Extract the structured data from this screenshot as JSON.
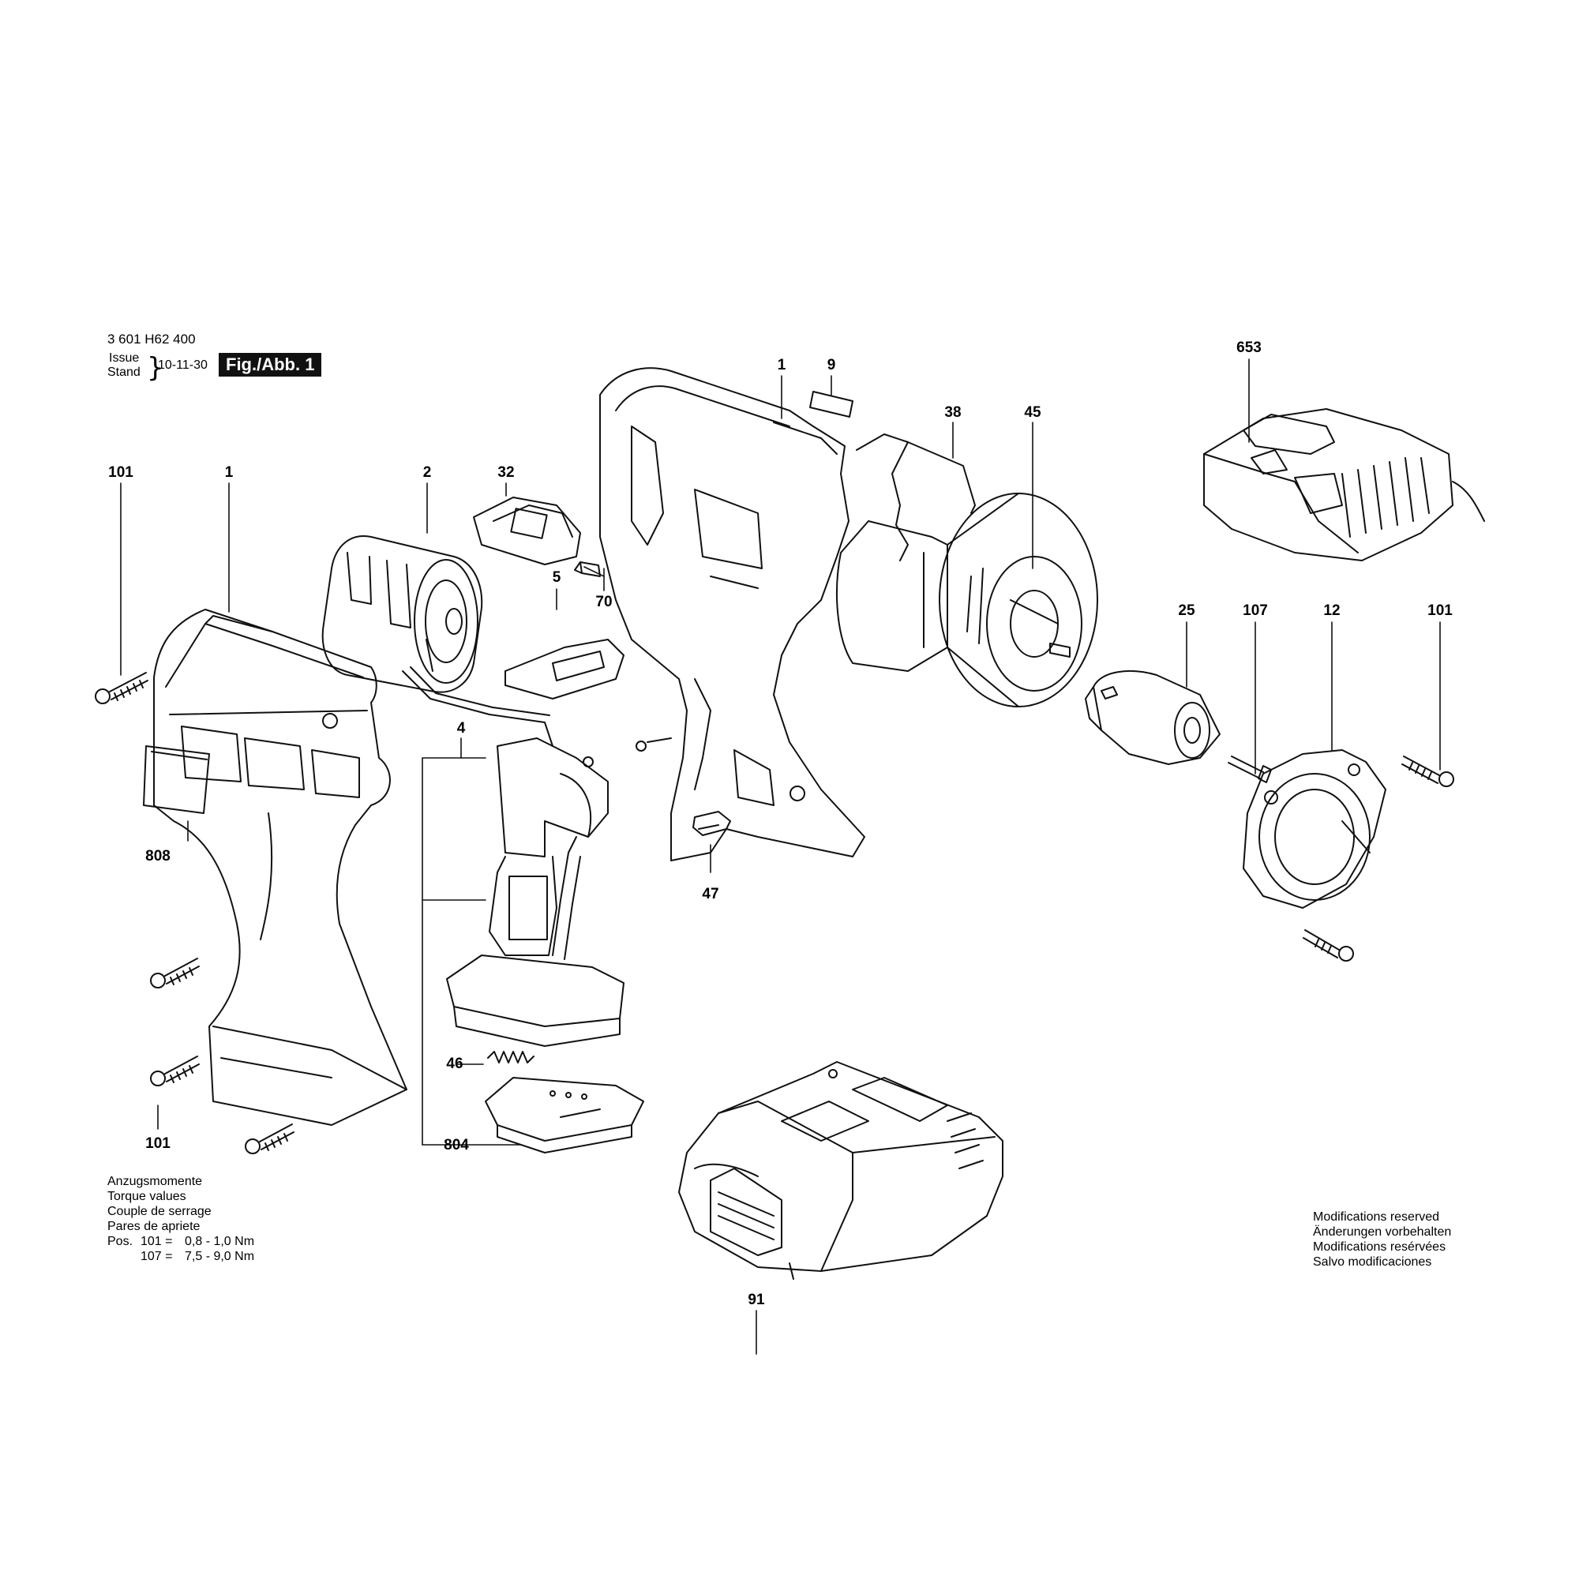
{
  "header": {
    "part_number": "3 601 H62 400",
    "issue_label": "Issue",
    "stand_label": "Stand",
    "date": "10-11-30",
    "figure": "Fig./Abb. 1"
  },
  "callouts": [
    {
      "id": "c-101-a",
      "label": "101"
    },
    {
      "id": "c-1-a",
      "label": "1"
    },
    {
      "id": "c-2",
      "label": "2"
    },
    {
      "id": "c-32",
      "label": "32"
    },
    {
      "id": "c-70",
      "label": "70"
    },
    {
      "id": "c-5",
      "label": "5"
    },
    {
      "id": "c-808",
      "label": "808"
    },
    {
      "id": "c-4",
      "label": "4"
    },
    {
      "id": "c-46",
      "label": "46"
    },
    {
      "id": "c-804",
      "label": "804"
    },
    {
      "id": "c-101-b",
      "label": "101"
    },
    {
      "id": "c-1-b",
      "label": "1"
    },
    {
      "id": "c-9",
      "label": "9"
    },
    {
      "id": "c-38",
      "label": "38"
    },
    {
      "id": "c-45",
      "label": "45"
    },
    {
      "id": "c-47",
      "label": "47"
    },
    {
      "id": "c-653",
      "label": "653"
    },
    {
      "id": "c-25",
      "label": "25"
    },
    {
      "id": "c-107",
      "label": "107"
    },
    {
      "id": "c-12",
      "label": "12"
    },
    {
      "id": "c-101-c",
      "label": "101"
    },
    {
      "id": "c-91",
      "label": "91"
    }
  ],
  "torque_note": {
    "lines": [
      "Anzugsmomente",
      "Torque values",
      "Couple de serrage",
      "Pares de apriete"
    ],
    "pos_label": "Pos.",
    "rows": [
      {
        "pos": "101 =",
        "value": "0,8 - 1,0 Nm"
      },
      {
        "pos": "107 =",
        "value": "7,5 - 9,0 Nm"
      }
    ]
  },
  "modifications_note": {
    "lines": [
      "Modifications reserved",
      "Änderungen vorbehalten",
      "Modifications resérvées",
      "Salvo modificaciones"
    ]
  }
}
